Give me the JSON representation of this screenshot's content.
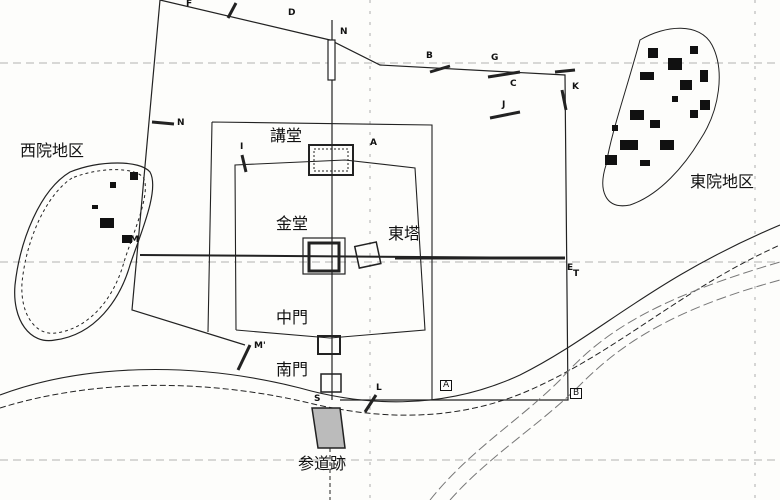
{
  "labels": {
    "west_area": "西院地区",
    "east_area": "東院地区",
    "kodo": "講堂",
    "kondo": "金堂",
    "toto": "東塔",
    "chumon": "中門",
    "nanmon": "南門",
    "sando": "参道跡"
  },
  "letters": {
    "F": "F",
    "D": "D",
    "N_top": "N",
    "B": "B",
    "G": "G",
    "C": "C",
    "K": "K",
    "J": "J",
    "N": "N",
    "A": "A",
    "I": "I",
    "E": "E",
    "T": "T",
    "M_west": "M",
    "M": "M'",
    "L": "L",
    "S": "S"
  },
  "boxes": {
    "A": "A",
    "B": "B"
  }
}
